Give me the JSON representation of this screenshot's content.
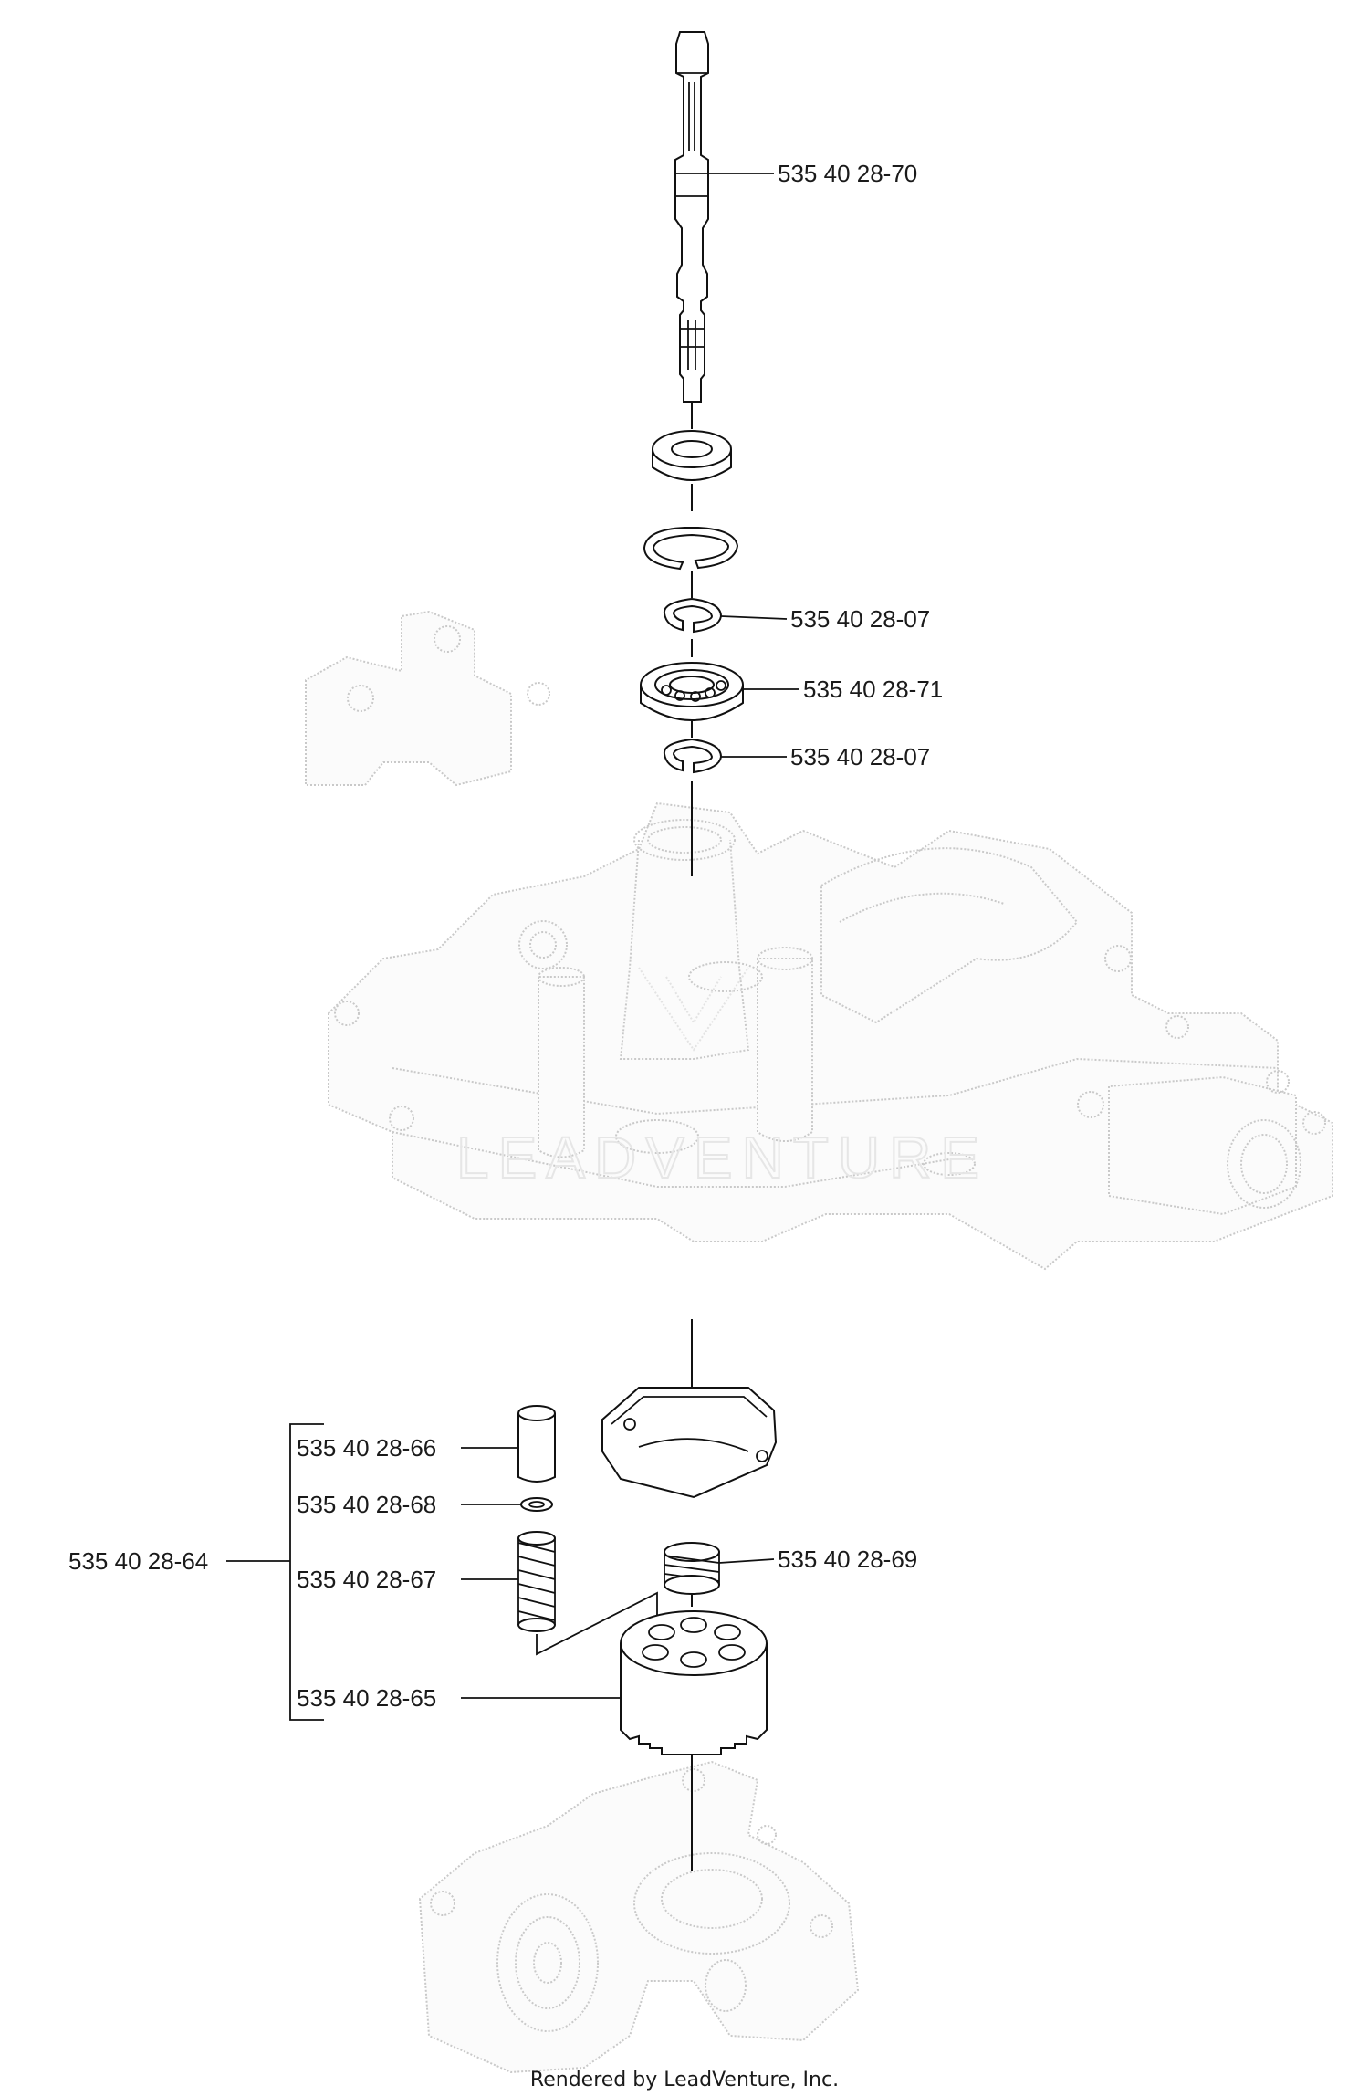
{
  "callouts": {
    "shaft": "535 40 28-70",
    "clip_upper": "535 40 28-07",
    "bearing": "535 40 28-71",
    "clip_lower": "535 40 28-07",
    "spring_single": "535 40 28-69",
    "kit": "535 40 28-64",
    "piston": "535 40 28-66",
    "washer": "535 40 28-68",
    "spring_piston": "535 40 28-67",
    "cylinder_block": "535 40 28-65"
  },
  "watermark": "LEADVENTURE",
  "footer": "Rendered by LeadVenture, Inc."
}
